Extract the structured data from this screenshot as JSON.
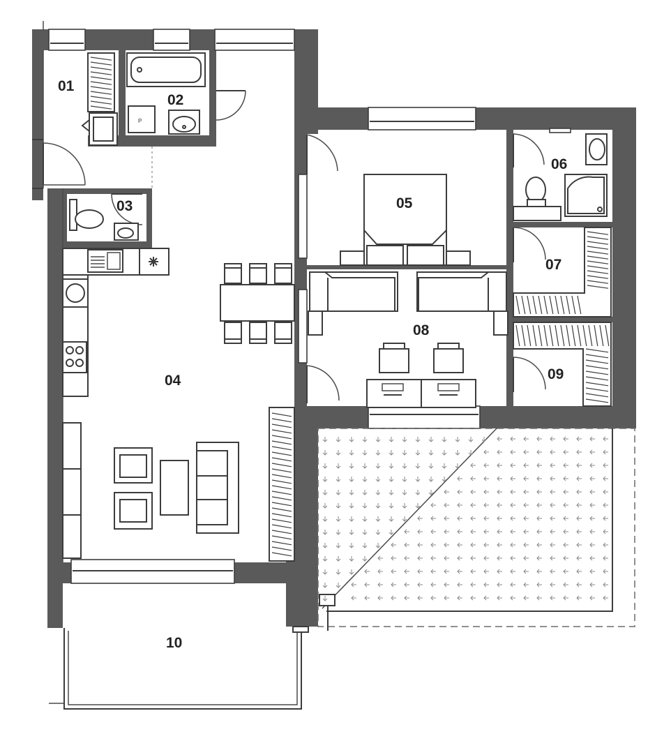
{
  "rooms": [
    {
      "id": "01",
      "label": "01"
    },
    {
      "id": "02",
      "label": "02"
    },
    {
      "id": "03",
      "label": "03"
    },
    {
      "id": "04",
      "label": "04"
    },
    {
      "id": "05",
      "label": "05"
    },
    {
      "id": "06",
      "label": "06"
    },
    {
      "id": "07",
      "label": "07"
    },
    {
      "id": "08",
      "label": "08"
    },
    {
      "id": "09",
      "label": "09"
    },
    {
      "id": "10",
      "label": "10"
    }
  ],
  "fixtures": {
    "boiler_mark": "P"
  },
  "colors": {
    "wall": "#5a5a5a",
    "line": "#3c3c3c",
    "terrace_pattern": "#8a8a8a",
    "background": "#ffffff"
  },
  "icons": [
    "door-swing-icon",
    "window-icon",
    "bathtub-icon",
    "toilet-icon",
    "sink-icon",
    "shower-icon",
    "stove-icon",
    "chair-icon",
    "sofa-icon",
    "bed-icon",
    "wardrobe-icon",
    "star-icon"
  ]
}
